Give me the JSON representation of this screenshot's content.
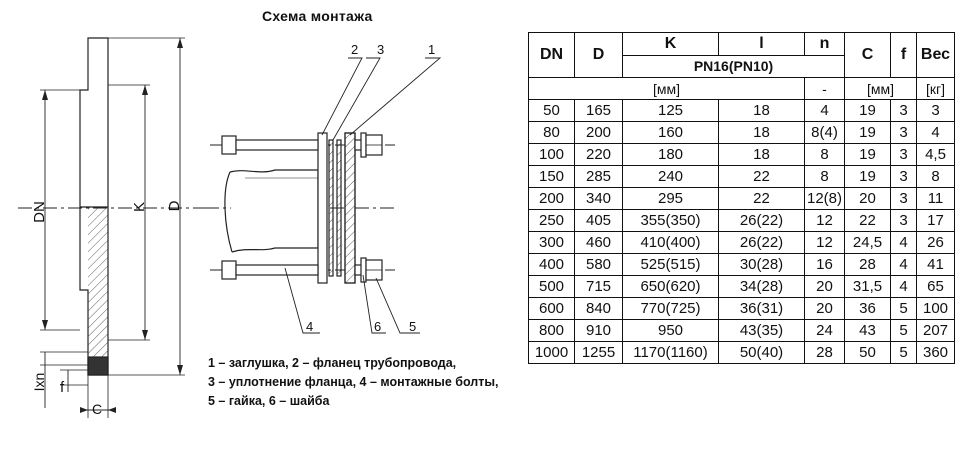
{
  "caption": "Схема монтажа",
  "flange_dims": {
    "dn": "DN",
    "k": "K",
    "d": "D",
    "lxn": "Ixn",
    "f": "f",
    "c": "C"
  },
  "callouts": [
    "2",
    "3",
    "1",
    "4",
    "6",
    "5"
  ],
  "legend": [
    "1 – заглушка, 2 – фланец трубопровода,",
    "3 – уплотнение фланца, 4 – монтажные болты,",
    "5 – гайка, 6 – шайба"
  ],
  "table": {
    "headers": [
      "DN",
      "D",
      "K",
      "l",
      "n",
      "C",
      "f",
      "Вес"
    ],
    "pressure": "PN16(PN10)",
    "units": {
      "mm": "[мм]",
      "dash": "-",
      "mm2": "[мм]",
      "kg": "[кг]"
    },
    "rows": [
      [
        "50",
        "165",
        "125",
        "18",
        "4",
        "19",
        "3",
        "3"
      ],
      [
        "80",
        "200",
        "160",
        "18",
        "8(4)",
        "19",
        "3",
        "4"
      ],
      [
        "100",
        "220",
        "180",
        "18",
        "8",
        "19",
        "3",
        "4,5"
      ],
      [
        "150",
        "285",
        "240",
        "22",
        "8",
        "19",
        "3",
        "8"
      ],
      [
        "200",
        "340",
        "295",
        "22",
        "12(8)",
        "20",
        "3",
        "11"
      ],
      [
        "250",
        "405",
        "355(350)",
        "26(22)",
        "12",
        "22",
        "3",
        "17"
      ],
      [
        "300",
        "460",
        "410(400)",
        "26(22)",
        "12",
        "24,5",
        "4",
        "26"
      ],
      [
        "400",
        "580",
        "525(515)",
        "30(28)",
        "16",
        "28",
        "4",
        "41"
      ],
      [
        "500",
        "715",
        "650(620)",
        "34(28)",
        "20",
        "31,5",
        "4",
        "65"
      ],
      [
        "600",
        "840",
        "770(725)",
        "36(31)",
        "20",
        "36",
        "5",
        "100"
      ],
      [
        "800",
        "910",
        "950",
        "43(35)",
        "24",
        "43",
        "5",
        "207"
      ],
      [
        "1000",
        "1255",
        "1170(1160)",
        "50(40)",
        "28",
        "50",
        "5",
        "360"
      ]
    ]
  }
}
